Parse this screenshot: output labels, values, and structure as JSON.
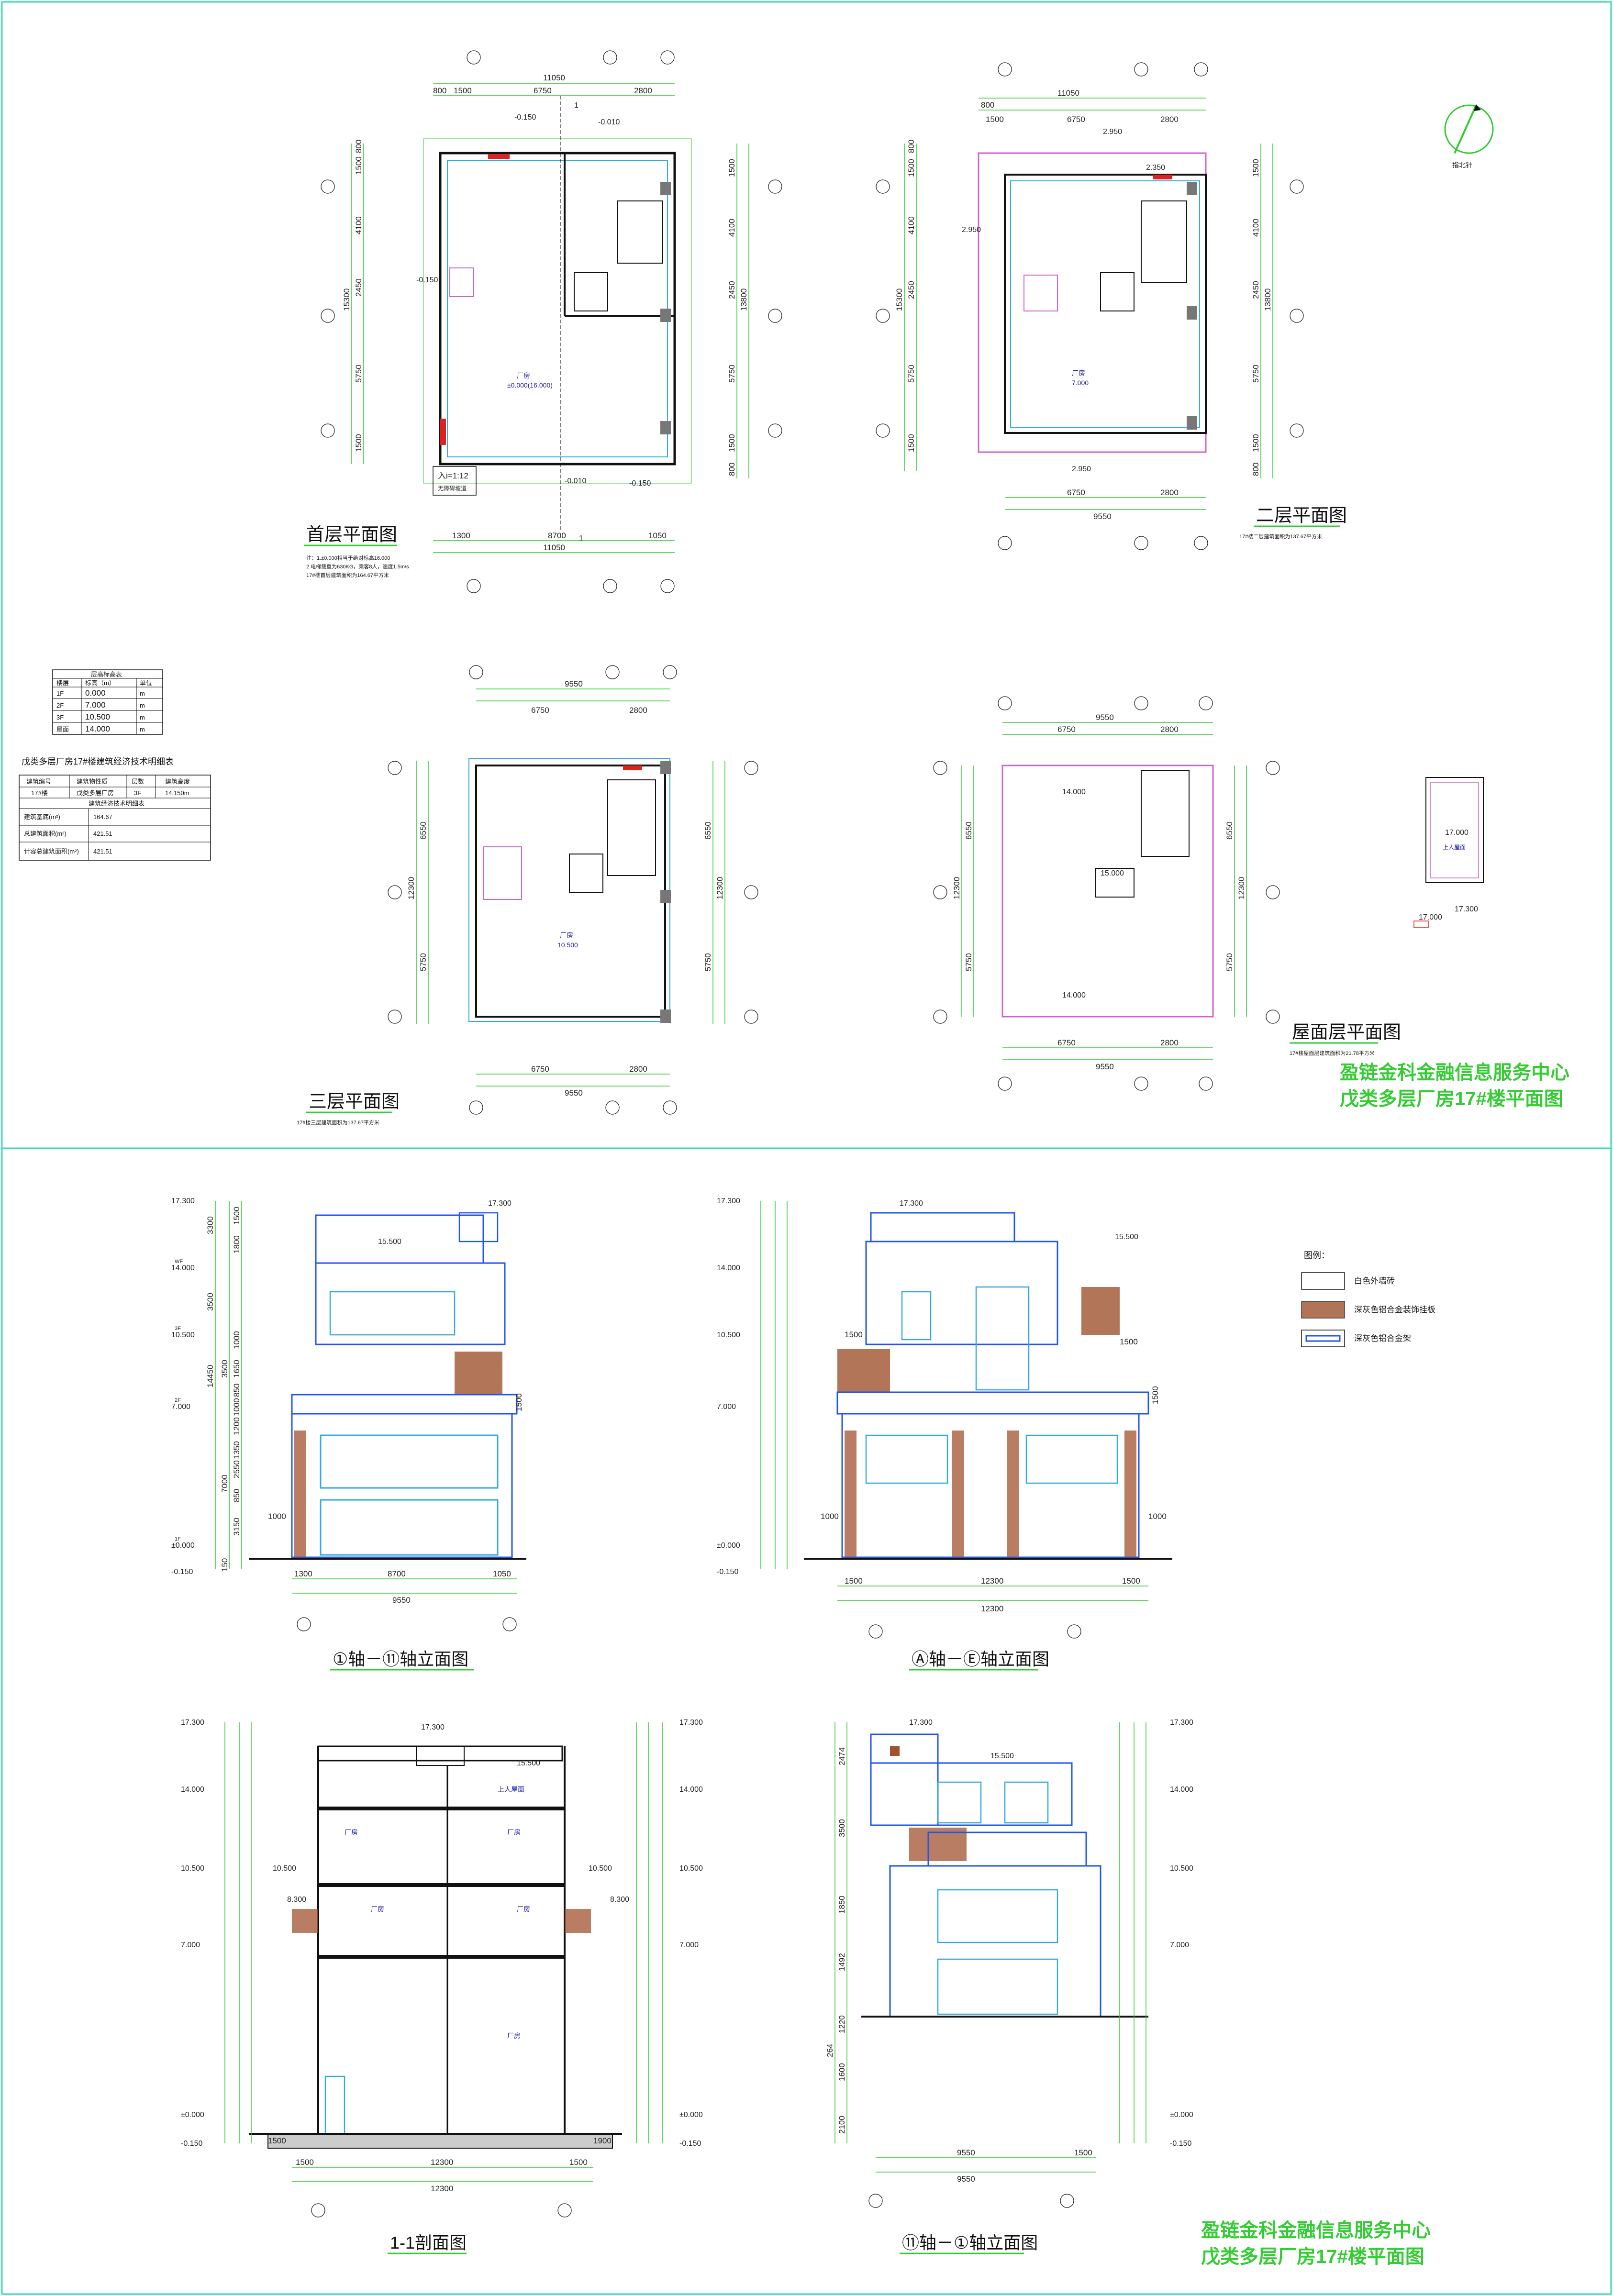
{
  "plans": {
    "floor1": {
      "title": "首层平面图",
      "top_total": "11050",
      "top_parts": [
        "800",
        "1500",
        "6750",
        "2800"
      ],
      "bottom_total": "11050",
      "bottom_parts": [
        "1300",
        "8700",
        "1050"
      ],
      "left_total": "15300",
      "left_parts": [
        "800",
        "1500",
        "4100",
        "2450",
        "5750",
        "1500"
      ],
      "right_total": "13800",
      "right_parts": [
        "1500",
        "4100",
        "2450",
        "5750",
        "1500",
        "800"
      ],
      "room_label": "厂房",
      "room_level": "±0.000(16.000)",
      "levels": [
        "-0.150",
        "-0.010",
        "-0.150",
        "-0.010",
        "-0.150"
      ],
      "ramp": "入i=1:12",
      "ramp_sub": "无障碍坡道",
      "section_mark": "1",
      "notes": [
        "注：1.±0.000相当于绝对标高16.000",
        "2.电梯载重为630KG，乘客8人，速度1.5m/s",
        "17#楼首层建筑面积为164.67平方米"
      ]
    },
    "floor2": {
      "title": "二层平面图",
      "top_total": "11050",
      "top_parts": [
        "800",
        "1500",
        "6750",
        "2800"
      ],
      "bottom_total": "9550",
      "bottom_parts": [
        "6750",
        "2800"
      ],
      "left_total": "15300",
      "left_parts": [
        "800",
        "1500",
        "4100",
        "2450",
        "5750",
        "1500"
      ],
      "right_total": "13800",
      "right_parts": [
        "1500",
        "4100",
        "2450",
        "5750",
        "1500",
        "800"
      ],
      "room_label": "厂房",
      "room_level": "7.000",
      "levels": [
        "2.950",
        "2.950",
        "2.950",
        "2.350"
      ],
      "note": "17#楼二层建筑面积为137.67平方米"
    },
    "floor3": {
      "title": "三层平面图",
      "top_total": "9550",
      "top_parts": [
        "6750",
        "2800"
      ],
      "bottom_total": "9550",
      "bottom_parts": [
        "6750",
        "2800"
      ],
      "left_total": "12300",
      "left_parts": [
        "6550",
        "5750"
      ],
      "right_total": "12300",
      "right_parts": [
        "6550",
        "5750"
      ],
      "room_label": "厂房",
      "room_level": "10.500",
      "note": "17#楼三层建筑面积为137.67平方米"
    },
    "roof": {
      "title": "屋面层平面图",
      "top_total": "9550",
      "top_parts": [
        "6750",
        "2800"
      ],
      "bottom_total": "9550",
      "bottom_parts": [
        "6750",
        "2800"
      ],
      "left_total": "12300",
      "left_parts": [
        "6550",
        "5750"
      ],
      "right_total": "12300",
      "right_parts": [
        "6550",
        "5750"
      ],
      "levels": [
        "14.000",
        "15.000",
        "14.000",
        "17.000",
        "17.300",
        "17.000"
      ],
      "room_label": "上人屋面",
      "note": "17#楼屋面层建筑面积为21.78平方米"
    }
  },
  "north_label": "指北针",
  "level_table": {
    "title": "层高标高表",
    "headers": [
      "楼层",
      "标高（m）",
      "单位"
    ],
    "rows": [
      [
        "1F",
        "0.000",
        "m"
      ],
      [
        "2F",
        "7.000",
        "m"
      ],
      [
        "3F",
        "10.500",
        "m"
      ],
      [
        "屋面",
        "14.000",
        "m"
      ]
    ]
  },
  "eco_table": {
    "title": "戊类多层厂房17#楼建筑经济技术明细表",
    "headers": [
      "建筑编号",
      "建筑物性质",
      "层数",
      "建筑高度"
    ],
    "row1": [
      "17#楼",
      "戊类多层厂房",
      "3F",
      "14.150m"
    ],
    "sub_header": "建筑经济技术明细表",
    "rows": [
      [
        "建筑基底(m²)",
        "164.67"
      ],
      [
        "总建筑面积(m²)",
        "421.51"
      ],
      [
        "计容总建筑面积(m²)",
        "421.51"
      ]
    ]
  },
  "sheet_title": {
    "line1": "盈链金科金融信息服务中心",
    "line2": "戊类多层厂房17#楼平面图"
  },
  "elevations": {
    "front": {
      "title": "①轴－⑪轴立面图",
      "bottom_parts": [
        "1300",
        "8700",
        "1050"
      ],
      "bottom_total": "9550",
      "level_labels": [
        "17.300",
        "14.000",
        "10.500",
        "7.000",
        "±0.000",
        "-0.150"
      ],
      "level_tags": [
        "WF",
        "3F",
        "2F",
        "1F"
      ],
      "left_dims": [
        "3300",
        "3500",
        "14450",
        "3500",
        "7000",
        "150"
      ],
      "sub_dims": [
        "1500",
        "1800",
        "1000",
        "1650",
        "850",
        "1000",
        "1200",
        "1350",
        "2550",
        "850",
        "3150",
        "1000"
      ],
      "top_levels": [
        "17.300",
        "15.500"
      ],
      "parapet_dim": "1500"
    },
    "side": {
      "title": "Ⓐ轴－Ⓔ轴立面图",
      "bottom_parts": [
        "1500",
        "12300",
        "1500"
      ],
      "bottom_total": "12300",
      "level_labels": [
        "17.300",
        "14.000",
        "10.500",
        "7.000",
        "±0.000",
        "-0.150"
      ],
      "top_levels": [
        "17.300",
        "15.500"
      ],
      "side_dims": [
        "1500",
        "1500",
        "1500",
        "1000",
        "1000"
      ]
    },
    "section": {
      "title": "1-1剖面图",
      "bottom_parts": [
        "1500",
        "12300",
        "1500"
      ],
      "bottom_total": "12300",
      "level_labels": [
        "17.300",
        "14.000",
        "10.500",
        "7.000",
        "±0.000",
        "-0.150"
      ],
      "mid_levels": [
        "17.300",
        "15.500",
        "10.500",
        "8.300",
        "10.500",
        "8.300"
      ],
      "room_labels": [
        "厂房",
        "厂房",
        "厂房",
        "厂房",
        "厂房",
        "上人屋面"
      ],
      "side_dims": [
        "1500",
        "1900"
      ]
    },
    "back": {
      "title": "⑪轴－①轴立面图",
      "bottom_parts": [
        "9550",
        "1500"
      ],
      "bottom_total": "9550",
      "level_labels": [
        "17.300",
        "14.000",
        "10.500",
        "7.000",
        "±0.000",
        "-0.150"
      ],
      "top_levels": [
        "17.300",
        "15.500"
      ],
      "left_dims": [
        "2474",
        "3500",
        "1850",
        "1492",
        "264",
        "1220",
        "1600",
        "2100"
      ]
    }
  },
  "legend": {
    "title": "图例：",
    "items": [
      {
        "label": "白色外墙砖",
        "swatch": "plain"
      },
      {
        "label": "深灰色铝合金装饰挂板",
        "swatch": "stripe"
      },
      {
        "label": "深灰色铝合金架",
        "swatch": "frame"
      }
    ]
  },
  "sheet_title_bottom": {
    "line1": "盈链金科金融信息服务中心",
    "line2": "戊类多层厂房17#楼平面图"
  },
  "colors": {
    "frame": "#33ddaa",
    "dim": "#33cc33",
    "wall": "#111111",
    "window": "#33aadd",
    "red": "#dd2222",
    "magenta": "#cc66cc",
    "brown": "#8b4a2b",
    "blue": "#2255ee"
  }
}
